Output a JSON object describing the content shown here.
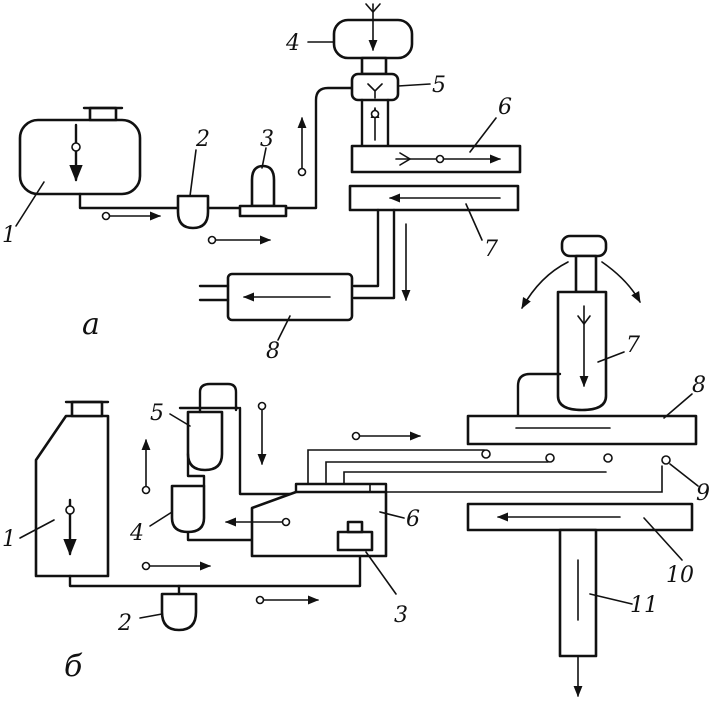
{
  "diagram_a": {
    "section_label": "а",
    "labels": {
      "n1": "1",
      "n2": "2",
      "n3": "3",
      "n4": "4",
      "n5": "5",
      "n6": "6",
      "n7": "7",
      "n8": "8"
    }
  },
  "diagram_b": {
    "section_label": "б",
    "labels": {
      "n1": "1",
      "n2": "2",
      "n3": "3",
      "n4": "4",
      "n5": "5",
      "n6": "6",
      "n7": "7",
      "n8": "8",
      "n9": "9",
      "n10": "10",
      "n11": "11"
    }
  }
}
